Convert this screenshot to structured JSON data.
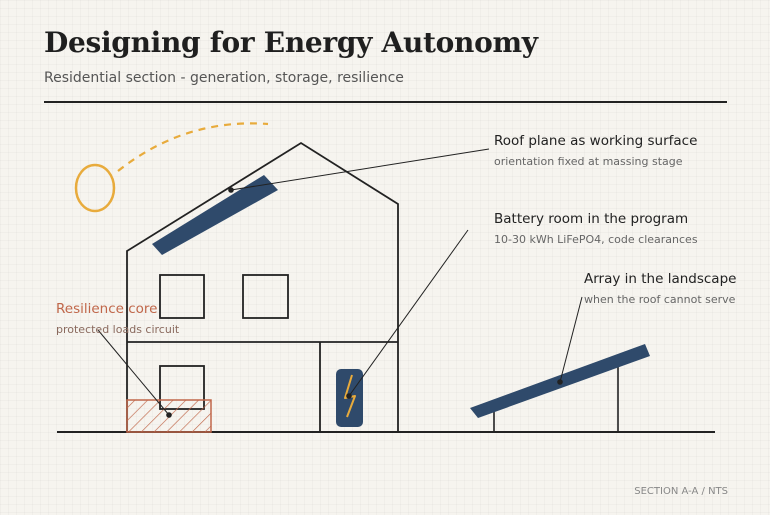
{
  "header": {
    "title": "Designing for Energy Autonomy",
    "subtitle": "Residential section - generation, storage, resilience"
  },
  "callouts": {
    "roof": {
      "title": "Roof plane as working surface",
      "note": "orientation fixed at massing stage"
    },
    "battery": {
      "title": "Battery room in the program",
      "note": "10-30 kWh LiFePO4, code clearances"
    },
    "array": {
      "title": "Array in the landscape",
      "note": "when the roof cannot serve"
    },
    "core": {
      "title": "Resilience core",
      "note": "protected loads circuit"
    }
  },
  "footer": {
    "section_label": "SECTION A-A / NTS"
  },
  "colors": {
    "ink": "#222222",
    "panel": "#2f4a6b",
    "sun": "#e8ab3c",
    "resilience": "#c0674a"
  }
}
